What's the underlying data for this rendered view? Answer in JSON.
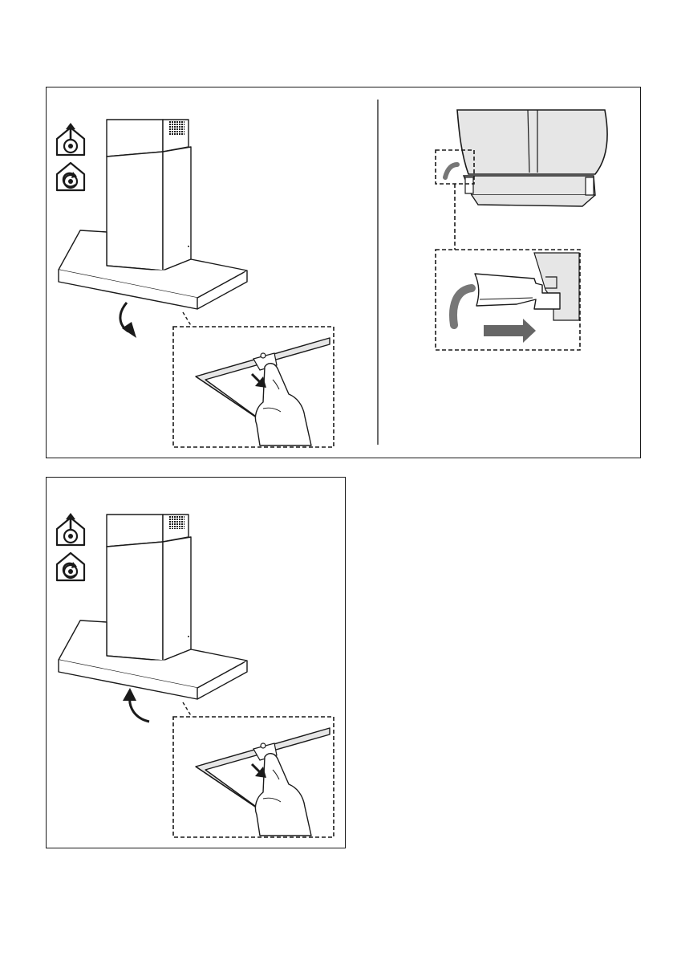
{
  "page": {
    "background": "#ffffff"
  },
  "colors": {
    "stroke": "#1a1a1a",
    "panel_fill": "#e6e6e6",
    "grip_gray": "#777777",
    "arrow_gray": "#666666"
  },
  "figures": [
    {
      "id": "remove-grease-filter",
      "icons": [
        "extraction-mode-icon",
        "recirculation-mode-icon"
      ],
      "rotation_arrow": "downward-curved-arrow-icon",
      "detail": "finger-pressing-filter-latch"
    },
    {
      "id": "clip-detail",
      "detail": "latch-pull-arrow-icon"
    },
    {
      "id": "refit-grease-filter",
      "icons": [
        "extraction-mode-icon",
        "recirculation-mode-icon"
      ],
      "rotation_arrow": "upward-curved-arrow-icon",
      "detail": "finger-pressing-filter-latch"
    }
  ]
}
